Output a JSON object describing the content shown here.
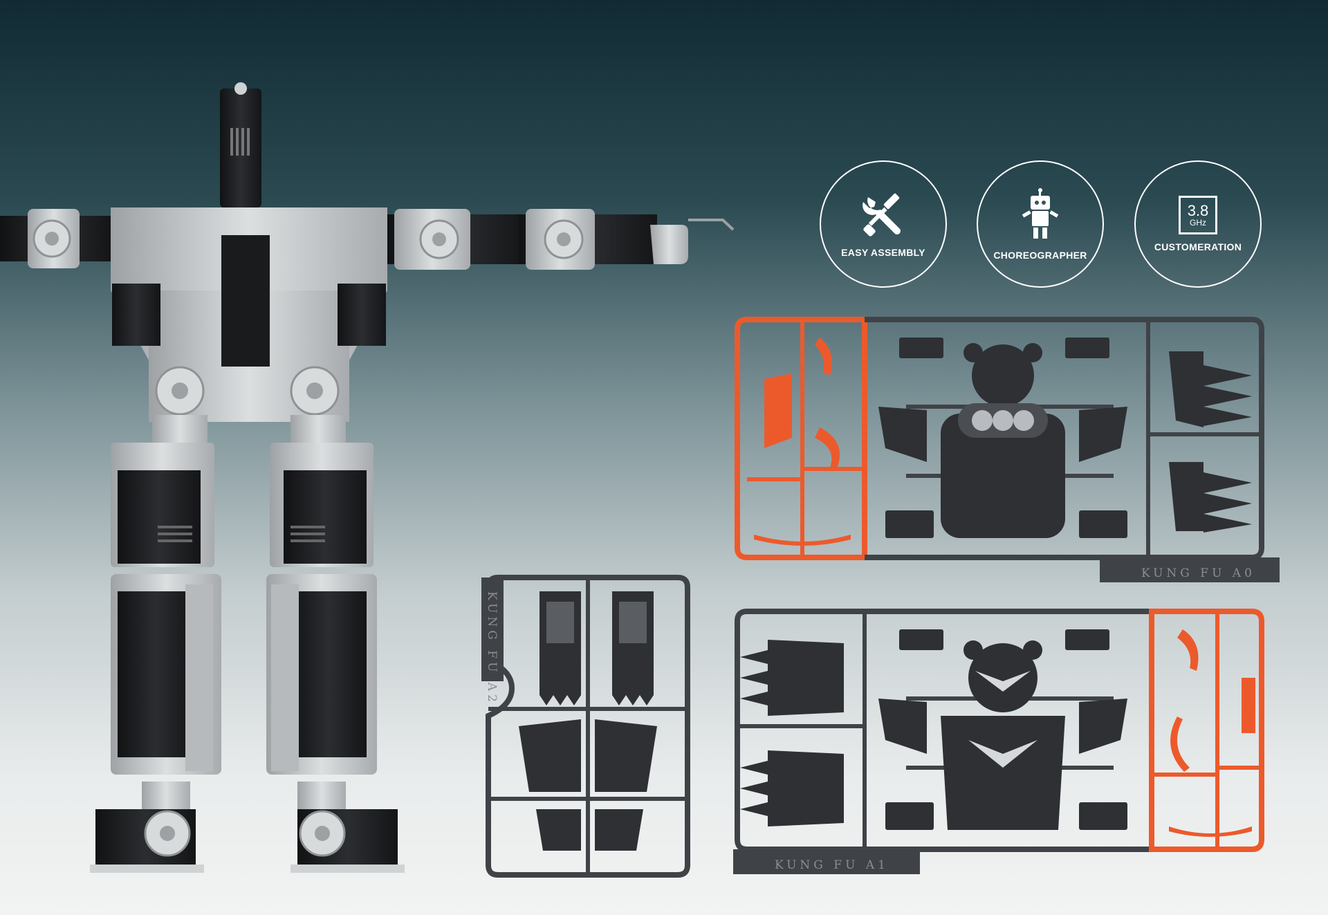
{
  "features": [
    {
      "label": "EASY ASSEMBLY",
      "icon": "wrench-screwdriver-icon"
    },
    {
      "label": "CHOREOGRAPHER",
      "icon": "robot-icon"
    },
    {
      "label": "CUSTOMERATION",
      "icon": "chip-icon",
      "chip_value": "3.8",
      "chip_unit": "GHz"
    }
  ],
  "sprues": {
    "a0": "KUNG FU A0",
    "a1": "KUNG FU A1",
    "a2": "KUNG FU A2"
  },
  "colors": {
    "accent_orange": "#ec5a2c",
    "frame_gray": "#3f4348",
    "aluminum": "#c8cbcd",
    "servo_black": "#1c1d1f"
  }
}
